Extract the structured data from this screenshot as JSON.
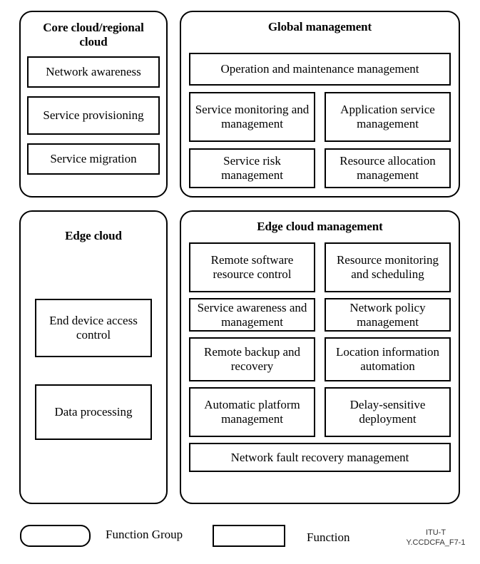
{
  "figure": {
    "id_line1": "ITU-T",
    "id_line2": "Y.CCDCFA_F7-1"
  },
  "groups": {
    "core_cloud": {
      "title": "Core cloud/regional cloud",
      "functions": [
        "Network awareness",
        "Service provisioning",
        "Service migration"
      ]
    },
    "global_management": {
      "title": "Global management",
      "wide_function": "Operation and maintenance management",
      "rows": [
        {
          "left": "Service monitoring and management",
          "right": "Application service management"
        },
        {
          "left": "Service risk management",
          "right": "Resource allocation management"
        }
      ]
    },
    "edge_cloud": {
      "title": "Edge cloud",
      "functions": [
        "End device access control",
        "Data processing"
      ]
    },
    "edge_cloud_management": {
      "title": "Edge cloud management",
      "rows": [
        {
          "left": "Remote software resource control",
          "right": "Resource monitoring and scheduling"
        },
        {
          "left": "Service awareness and management",
          "right": "Network policy management"
        },
        {
          "left": "Remote backup and recovery",
          "right": "Location information automation"
        },
        {
          "left": "Automatic platform management",
          "right": "Delay-sensitive deployment"
        }
      ],
      "wide_function": "Network fault recovery management"
    }
  },
  "legend": {
    "function_group_label": "Function Group",
    "function_label": "Function"
  }
}
